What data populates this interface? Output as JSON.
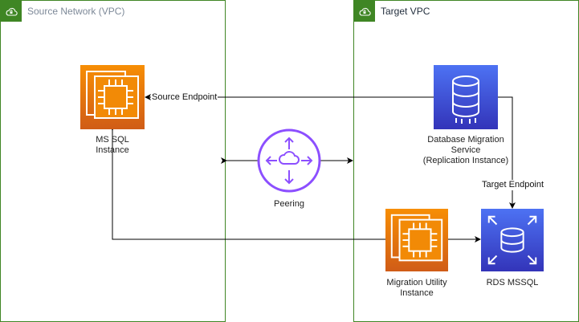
{
  "source_vpc": {
    "title": "Source Network (VPC)",
    "title_color": "#7d8998"
  },
  "target_vpc": {
    "title": "Target VPC",
    "title_color": "#232f3e"
  },
  "nodes": {
    "mssql_instance": {
      "line1": "MS SQL",
      "line2": "Instance",
      "icon": "ec2-instance-icon"
    },
    "dms": {
      "line1": "Database Migration",
      "line2": "Service",
      "line3": "(Replication Instance)",
      "icon": "database-migration-service-icon"
    },
    "peering": {
      "label": "Peering",
      "icon": "vpc-peering-icon"
    },
    "migration_utility": {
      "line1": "Migration Utility",
      "line2": "Instance",
      "icon": "ec2-instance-icon"
    },
    "rds": {
      "label": "RDS MSSQL",
      "icon": "rds-icon"
    }
  },
  "edges": {
    "source_endpoint": "Source Endpoint",
    "target_endpoint": "Target Endpoint"
  },
  "colors": {
    "vpc_border": "#3f8624",
    "compute_gradient_top": "#f78e04",
    "compute_gradient_bottom": "#d05c17",
    "database_gradient_top": "#4d72f3",
    "database_gradient_bottom": "#3334b9",
    "networking": "#8c4fff"
  }
}
